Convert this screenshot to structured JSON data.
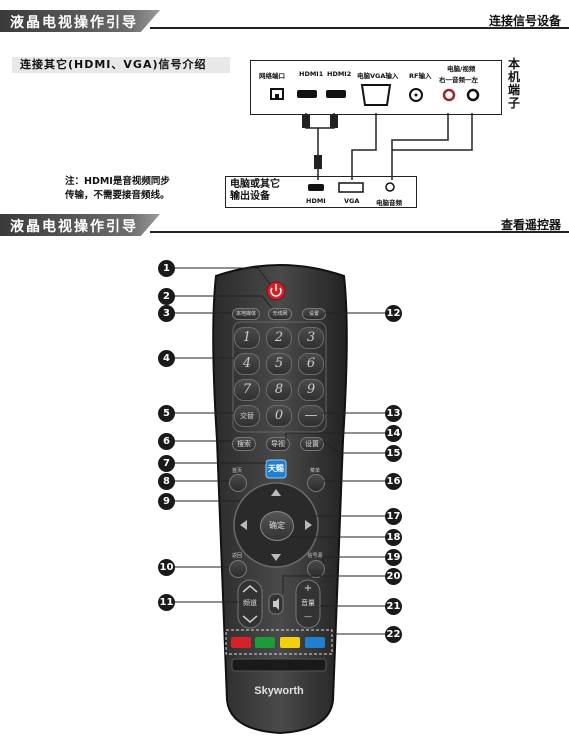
{
  "header1": {
    "title": "液晶电视操作引导",
    "right": "连接信号设备"
  },
  "subtitle": "连接其它(HDMI、VGA)信号介绍",
  "panel": {
    "labels": [
      "网络端口",
      "HDMI1",
      "HDMI2",
      "电脑VGA输入",
      "RF输入",
      "电脑/视频",
      "右一音频一左"
    ]
  },
  "side_label": [
    "本",
    "机",
    "端",
    "子"
  ],
  "note": [
    "注：HDMI是音视频同步",
    "传输，不需要接音频线。"
  ],
  "pc_box": {
    "title": [
      "电脑或其它",
      "输出设备"
    ],
    "labels": [
      "HDMI",
      "VGA",
      "电脑音频"
    ]
  },
  "header2": {
    "title": "液晶电视操作引导",
    "right": "查看遥控器"
  },
  "remote": {
    "small_buttons": {
      "b3": "本地媒体",
      "b2": "无线网",
      "b12": "设置",
      "b5": "交替",
      "b6": "搜索",
      "b14": "导视",
      "b15": "设置",
      "b8": "首页",
      "b16": "菜单",
      "b10": "返回",
      "b19": "信号源"
    },
    "digits": [
      "1",
      "2",
      "3",
      "4",
      "5",
      "6",
      "7",
      "8",
      "9",
      "0"
    ],
    "minus": "—",
    "tianci": "天赐",
    "ok": "确定",
    "channel": "频道",
    "volume": "音量",
    "plus": "+",
    "vminus": "—",
    "brand": "Skyworth",
    "colors": [
      "#d8202a",
      "#1e9a3a",
      "#f1d10e",
      "#1f7fd1"
    ]
  },
  "callouts": [
    "1",
    "2",
    "3",
    "4",
    "5",
    "6",
    "7",
    "8",
    "9",
    "10",
    "11",
    "12",
    "13",
    "14",
    "15",
    "16",
    "17",
    "18",
    "19",
    "20",
    "21",
    "22"
  ]
}
